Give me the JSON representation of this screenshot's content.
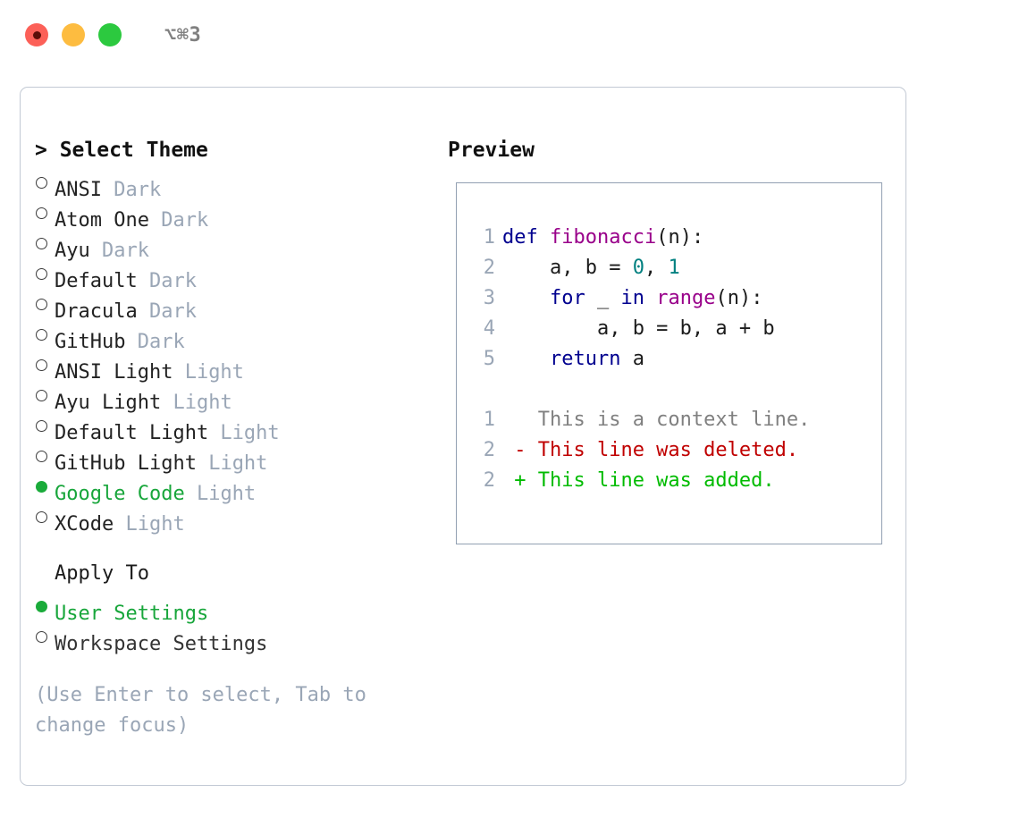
{
  "window": {
    "shortcut_label": "⌥⌘3",
    "traffic_lights": [
      {
        "name": "close-button",
        "color": "#fc6058"
      },
      {
        "name": "minimize-button",
        "color": "#fdbc40"
      },
      {
        "name": "maximize-button",
        "color": "#2cc93f"
      }
    ]
  },
  "theme_picker": {
    "heading": "> Select Theme",
    "items": [
      {
        "name": "ANSI",
        "tag": " Dark",
        "selected": false
      },
      {
        "name": "Atom One",
        "tag": " Dark",
        "selected": false
      },
      {
        "name": "Ayu",
        "tag": " Dark",
        "selected": false
      },
      {
        "name": "Default",
        "tag": " Dark",
        "selected": false
      },
      {
        "name": "Dracula",
        "tag": " Dark",
        "selected": false
      },
      {
        "name": "GitHub",
        "tag": " Dark",
        "selected": false
      },
      {
        "name": "ANSI Light",
        "tag": " Light",
        "selected": false
      },
      {
        "name": "Ayu Light",
        "tag": " Light",
        "selected": false
      },
      {
        "name": "Default Light",
        "tag": " Light",
        "selected": false
      },
      {
        "name": "GitHub Light",
        "tag": " Light",
        "selected": false
      },
      {
        "name": "Google Code",
        "tag": " Light",
        "selected": true
      },
      {
        "name": "XCode",
        "tag": " Light",
        "selected": false
      }
    ]
  },
  "apply_to": {
    "heading": "Apply To",
    "options": [
      {
        "label": "User Settings",
        "selected": true
      },
      {
        "label": "Workspace Settings",
        "selected": false
      }
    ]
  },
  "hint": "(Use Enter to select, Tab to change focus)",
  "preview": {
    "heading": "Preview",
    "code_lines": [
      {
        "lineno": "1",
        "tokens": [
          {
            "text": "def ",
            "kind": "kw"
          },
          {
            "text": "fibonacci",
            "kind": "fn"
          },
          {
            "text": "(n):",
            "kind": "pl"
          }
        ]
      },
      {
        "lineno": "2",
        "tokens": [
          {
            "text": "    a, b = ",
            "kind": "pl"
          },
          {
            "text": "0",
            "kind": "num"
          },
          {
            "text": ", ",
            "kind": "pl"
          },
          {
            "text": "1",
            "kind": "num"
          }
        ]
      },
      {
        "lineno": "3",
        "tokens": [
          {
            "text": "    for",
            "kind": "kw"
          },
          {
            "text": " _ ",
            "kind": "pl"
          },
          {
            "text": "in",
            "kind": "kw"
          },
          {
            "text": " ",
            "kind": "pl"
          },
          {
            "text": "range",
            "kind": "fn"
          },
          {
            "text": "(n):",
            "kind": "pl"
          }
        ]
      },
      {
        "lineno": "4",
        "tokens": [
          {
            "text": "        a, b = b, a + b",
            "kind": "pl"
          }
        ]
      },
      {
        "lineno": "5",
        "tokens": [
          {
            "text": "    return",
            "kind": "kw"
          },
          {
            "text": " a",
            "kind": "pl"
          }
        ]
      },
      {
        "blank": true
      },
      {
        "lineno": "1",
        "tokens": [
          {
            "text": "   This is a context line.",
            "kind": "ctx"
          }
        ]
      },
      {
        "lineno": "2",
        "tokens": [
          {
            "text": " - This line was deleted.",
            "kind": "del"
          }
        ]
      },
      {
        "lineno": "2",
        "tokens": [
          {
            "text": " + This line was added.",
            "kind": "add"
          }
        ]
      }
    ]
  },
  "colors": {
    "accent_green": "#18a63b",
    "tag_muted": "#9aa6b6",
    "keyword": "#00008f",
    "function": "#99008a",
    "number": "#008080",
    "diff_context": "#808080",
    "diff_deleted": "#c00000",
    "diff_added": "#00bb00",
    "dialog_border": "#c2c9d4",
    "preview_border": "#92a0b2"
  }
}
